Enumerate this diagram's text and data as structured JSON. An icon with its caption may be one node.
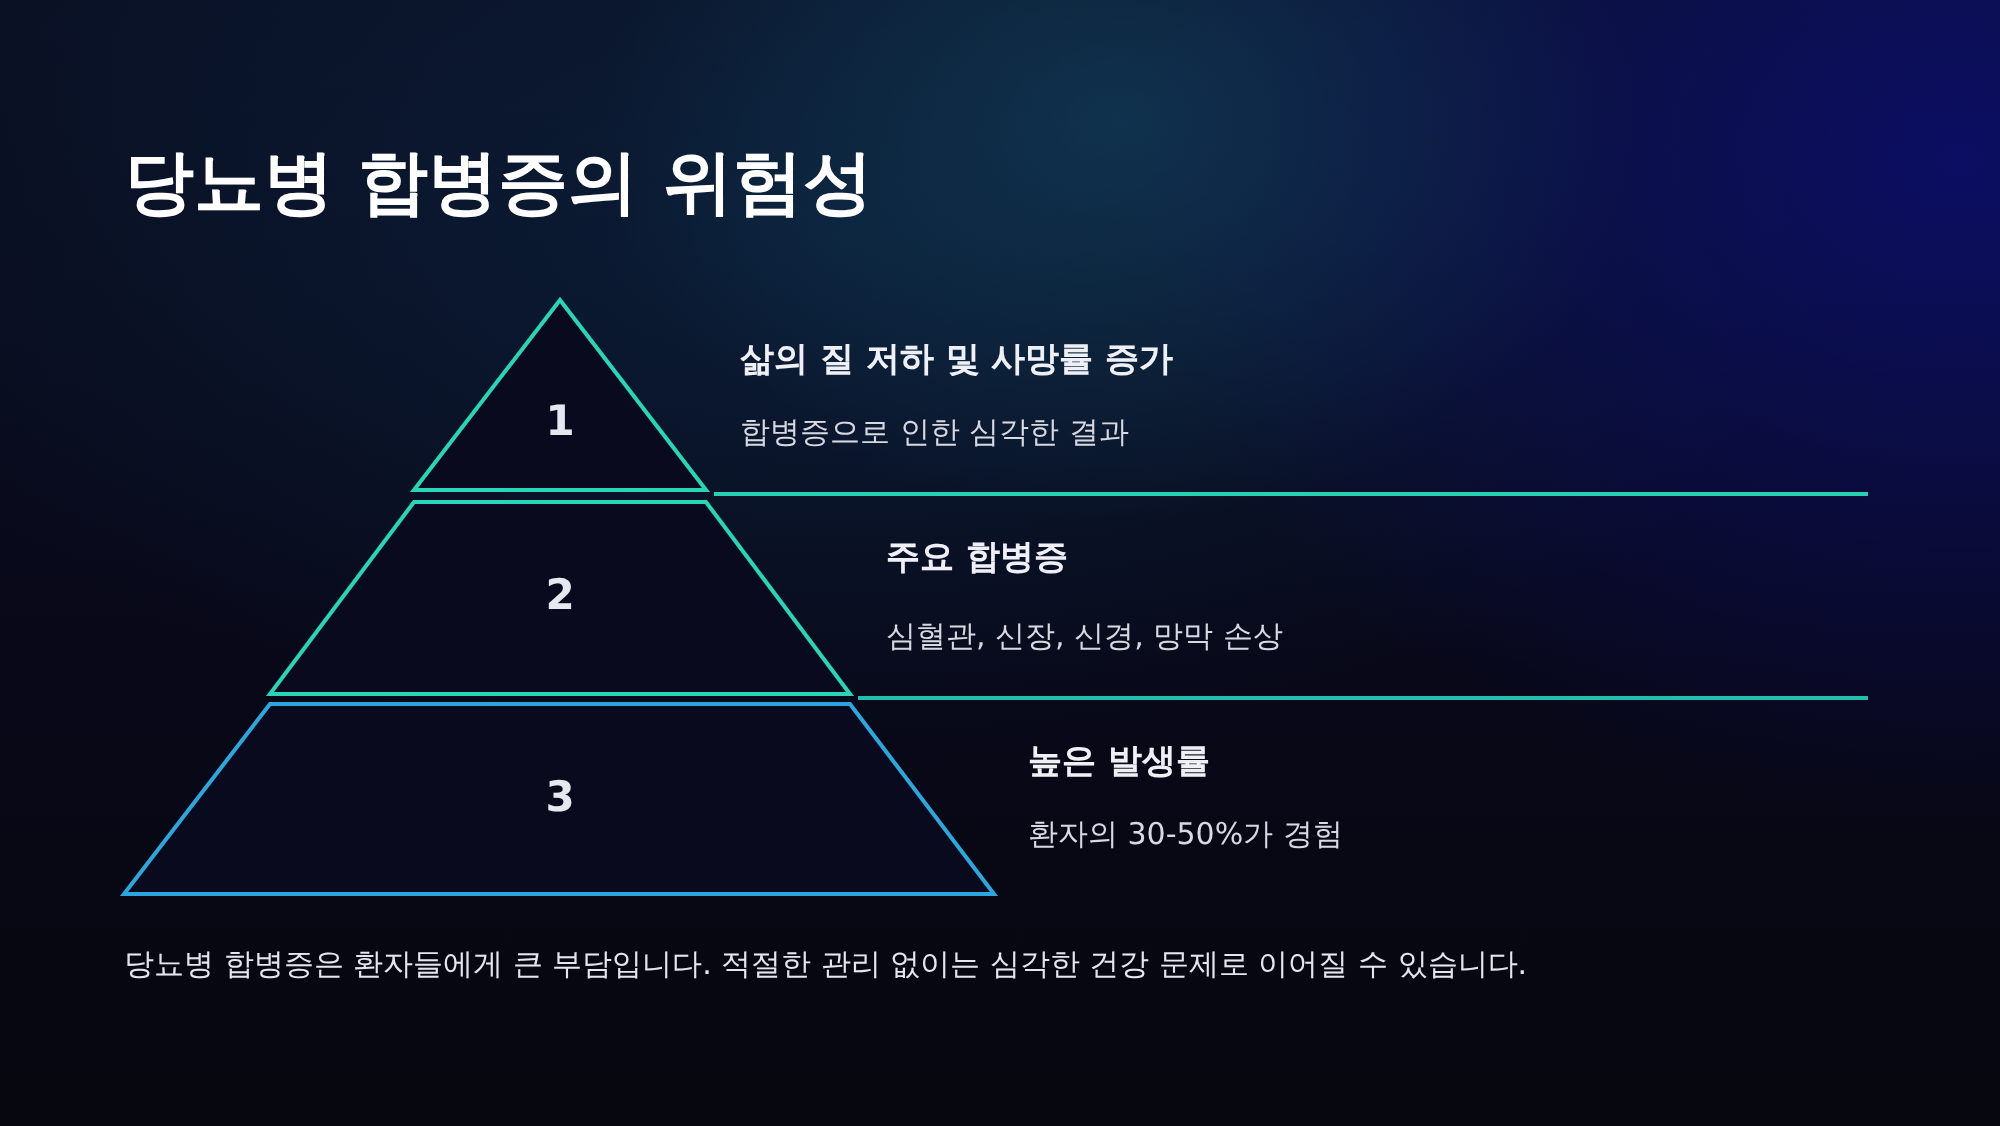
{
  "diagram": {
    "title": "당뇨병 합병증의 위험성",
    "caption": "당뇨병 합병증은 환자들에게 큰 부담입니다. 적절한 관리 없이는 심각한 건강 문제로 이어질 수 있습니다.",
    "nodes": [
      {
        "text": [
          "1"
        ],
        "beside": [
          "삶의 질 저하 및 사망률 증가",
          "합병증으로 인한 심각한 결과"
        ]
      },
      {
        "text": [
          "2"
        ],
        "beside": [
          "주요 합병증",
          "심혈관, 신장, 신경, 망막 손상"
        ]
      },
      {
        "text": [
          "3"
        ],
        "beside": [
          "높은 발생률",
          "환자의 30-50%가 경험"
        ]
      }
    ]
  }
}
